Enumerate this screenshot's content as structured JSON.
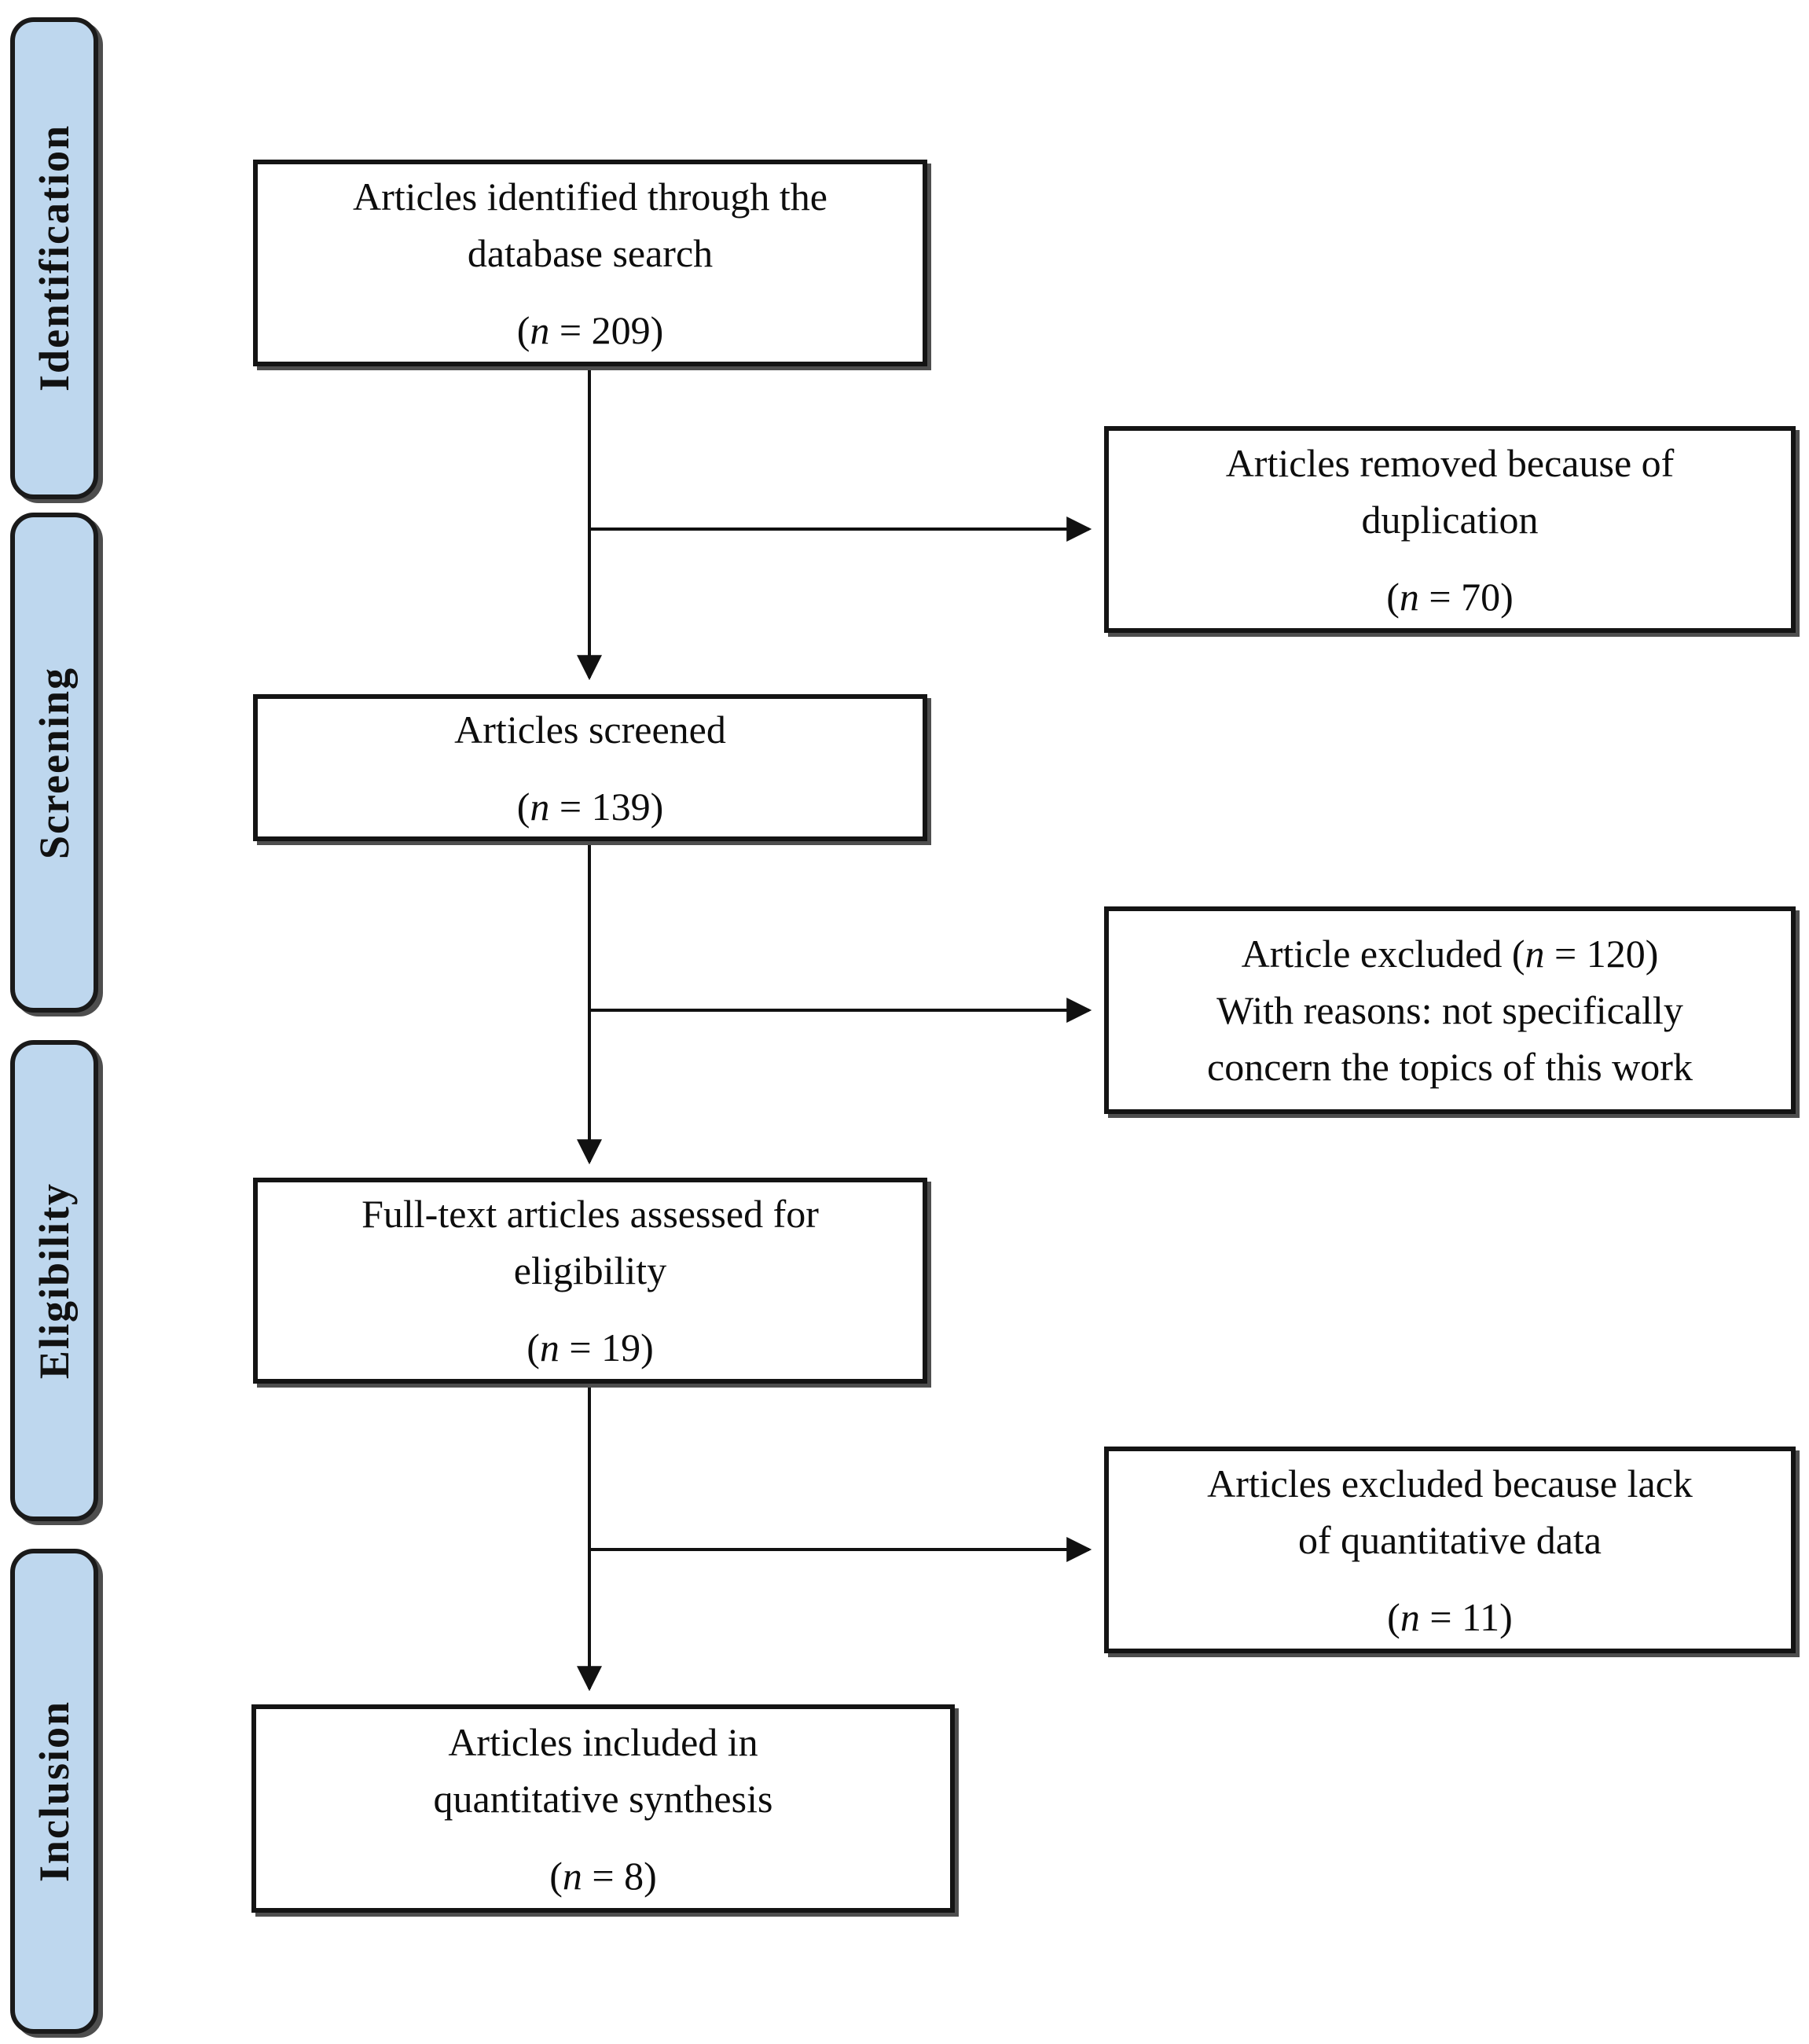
{
  "sidebar": {
    "stages": [
      {
        "label": "Identification"
      },
      {
        "label": "Screening"
      },
      {
        "label": "Eligibility"
      },
      {
        "label": "Inclusion"
      }
    ]
  },
  "flow": {
    "main_boxes": [
      {
        "lines": [
          "Articles identified through the",
          "database search"
        ],
        "count_open": "(",
        "count_n": "n",
        "count_rest": " = 209)"
      },
      {
        "lines": [
          "Articles screened"
        ],
        "count_open": "(",
        "count_n": "n",
        "count_rest": " = 139)"
      },
      {
        "lines": [
          "Full-text articles assessed for",
          "eligibility"
        ],
        "count_open": "(",
        "count_n": "n",
        "count_rest": " = 19)"
      },
      {
        "lines": [
          "Articles included in",
          "quantitative synthesis"
        ],
        "count_open": "(",
        "count_n": "n",
        "count_rest": " = 8)"
      }
    ],
    "side_boxes": [
      {
        "lines": [
          "Articles removed because of",
          "duplication"
        ],
        "count_open": "(",
        "count_n": "n",
        "count_rest": " = 70)"
      },
      {
        "line1_pre": "Article excluded ",
        "count_open": "(",
        "count_n": "n",
        "count_rest": " = 120)",
        "lines_after": [
          "With reasons: not specifically",
          "concern the topics of this work"
        ]
      },
      {
        "lines": [
          "Articles excluded because lack",
          "of quantitative data"
        ],
        "count_open": "(",
        "count_n": "n",
        "count_rest": " = 11)"
      }
    ]
  },
  "colors": {
    "stage_fill": "#bed7ee",
    "border": "#1a1a1a",
    "shadow": "#4e4e4e",
    "box_fill": "#ffffff",
    "text": "#111111",
    "arrow": "#111111"
  }
}
